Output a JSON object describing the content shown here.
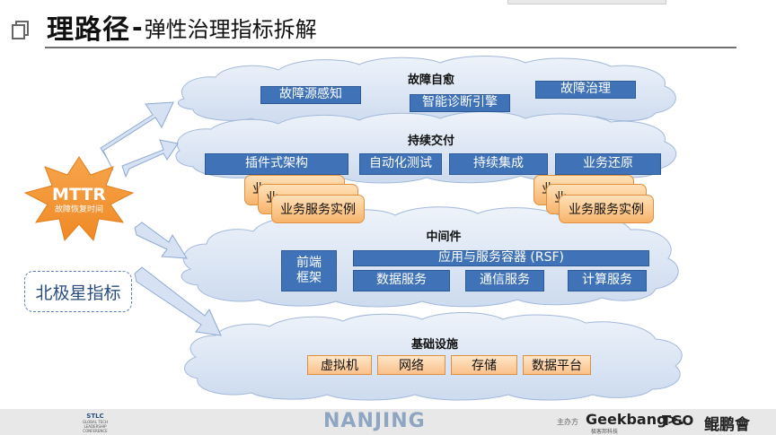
{
  "title": {
    "main": "理路径",
    "dash": "-",
    "sub": "弹性治理指标拆解"
  },
  "mttr": {
    "label": "MTTR",
    "sublabel": "故障恢复时间"
  },
  "polaris": "北极星指标",
  "clouds": {
    "self_healing": {
      "title": "故障自愈",
      "items": [
        "故障源感知",
        "智能诊断引擎",
        "故障治理"
      ]
    },
    "continuous_delivery": {
      "title": "持续交付",
      "items": [
        "插件式架构",
        "自动化测试",
        "持续集成",
        "业务还原"
      ],
      "instance_label": "业务服务实例",
      "stack_fragment": "业"
    },
    "middleware": {
      "title": "中间件",
      "frontend": "前端\n框架",
      "container": "应用与服务容器 (RSF)",
      "services": [
        "数据服务",
        "通信服务",
        "计算服务"
      ]
    },
    "infrastructure": {
      "title": "基础设施",
      "items": [
        "虚拟机",
        "网络",
        "存储",
        "数据平台"
      ]
    }
  },
  "footer": {
    "city": "NANJING",
    "stlc": "STLC",
    "stlc_sub": "GLOBAL TECH LEADERSHIP CONFERENCE",
    "sponsor_label": "主办方",
    "geekbang": "Geekbang>.",
    "geekbang_sub": "极客邦科技",
    "tgo": "TGO",
    "kunpeng": "鲲鹏會"
  },
  "colors": {
    "box_blue": "#3f72b6",
    "cloud_fill": "#dfe8f5",
    "cloud_stroke": "#9fb6d8",
    "mttr_orange": "#f59a3c",
    "arrow_fill": "#d6e2f3"
  }
}
